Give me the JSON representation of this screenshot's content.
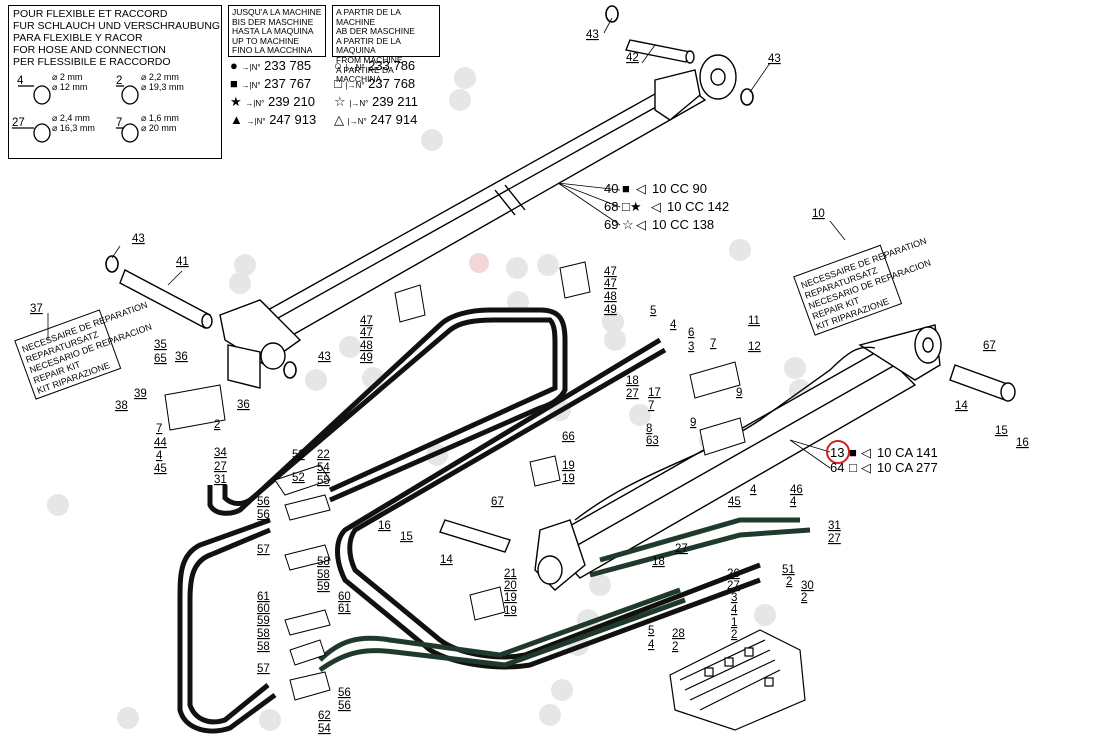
{
  "legend": {
    "languages": [
      "POUR FLEXIBLE ET RACCORD",
      "FUR SCHLAUCH UND VERSCHRAUBUNG",
      "PARA FLEXIBLE Y RACOR",
      "FOR HOSE AND CONNECTION",
      "PER FLESSIBILE E RACCORDO"
    ],
    "orings": [
      {
        "ref": "4",
        "d1": "⌀ 2 mm",
        "d2": "⌀ 12 mm"
      },
      {
        "ref": "2",
        "d1": "⌀ 2,2 mm",
        "d2": "⌀ 19,3 mm"
      },
      {
        "ref": "27",
        "d1": "⌀ 2,4 mm",
        "d2": "⌀ 16,3 mm"
      },
      {
        "ref": "7",
        "d1": "⌀ 1,6 mm",
        "d2": "⌀ 20 mm"
      }
    ]
  },
  "serial_until": {
    "header": [
      "JUSQU'A LA MACHINE",
      "BIS DER MASCHINE",
      "HASTA LA MAQUINA",
      "UP TO MACHINE",
      "FINO LA MACCHINA"
    ],
    "rows": [
      {
        "symbol": "●",
        "prefix": "→|N°",
        "number": "233 785"
      },
      {
        "symbol": "■",
        "prefix": "→|N°",
        "number": "237 767"
      },
      {
        "symbol": "★",
        "prefix": "→|N°",
        "number": "239 210"
      },
      {
        "symbol": "▲",
        "prefix": "→|N°",
        "number": "247 913"
      }
    ]
  },
  "serial_from": {
    "header": [
      "A PARTIR DE LA MACHINE",
      "AB DER MASCHINE",
      "A PARTIR DE LA MAQUINA",
      "FROM MACHINE",
      "A PARTIRE DA MACCHINA"
    ],
    "rows": [
      {
        "symbol": "○",
        "prefix": "|→N°",
        "number": "233 786"
      },
      {
        "symbol": "□",
        "prefix": "|→N°",
        "number": "237 768"
      },
      {
        "symbol": "☆",
        "prefix": "|→N°",
        "number": "239 211"
      },
      {
        "symbol": "△",
        "prefix": "|→N°",
        "number": "247 914"
      }
    ]
  },
  "repair_kit_text": [
    "NECESSAIRE DE REPARATION",
    "REPARATURSATZ",
    "NECESARIO DE REPARACION",
    "REPAIR KIT",
    "KIT RIPARAZIONE"
  ],
  "cylinder_refs_top": [
    {
      "ref": "40",
      "sym": "■",
      "code": "10 CC 90"
    },
    {
      "ref": "68",
      "sym": "□★",
      "code": "10 CC 142"
    },
    {
      "ref": "69",
      "sym": "☆",
      "code": "10 CC 138"
    }
  ],
  "cylinder_refs_right": [
    {
      "ref": "13",
      "sym": "■",
      "code": "10 CA 141",
      "highlight": true
    },
    {
      "ref": "64",
      "sym": "□",
      "code": "10 CA 277",
      "highlight": false
    }
  ],
  "callouts": [
    {
      "t": "43"
    },
    {
      "t": "42"
    },
    {
      "t": "43"
    },
    {
      "t": "43"
    },
    {
      "t": "41"
    },
    {
      "t": "10"
    },
    {
      "t": "37"
    },
    {
      "t": "35"
    },
    {
      "t": "65"
    },
    {
      "t": "36"
    },
    {
      "t": "36"
    },
    {
      "t": "43"
    },
    {
      "t": "39"
    },
    {
      "t": "38"
    },
    {
      "t": "7"
    },
    {
      "t": "44"
    },
    {
      "t": "4"
    },
    {
      "t": "45"
    },
    {
      "t": "2"
    },
    {
      "t": "34"
    },
    {
      "t": "27"
    },
    {
      "t": "31"
    },
    {
      "t": "47"
    },
    {
      "t": "47"
    },
    {
      "t": "48"
    },
    {
      "t": "49"
    },
    {
      "t": "47"
    },
    {
      "t": "47"
    },
    {
      "t": "48"
    },
    {
      "t": "49"
    },
    {
      "t": "5"
    },
    {
      "t": "4"
    },
    {
      "t": "6"
    },
    {
      "t": "3"
    },
    {
      "t": "7"
    },
    {
      "t": "11"
    },
    {
      "t": "12"
    },
    {
      "t": "18"
    },
    {
      "t": "27"
    },
    {
      "t": "17"
    },
    {
      "t": "7"
    },
    {
      "t": "9"
    },
    {
      "t": "9"
    },
    {
      "t": "8"
    },
    {
      "t": "63"
    },
    {
      "t": "67"
    },
    {
      "t": "14"
    },
    {
      "t": "15"
    },
    {
      "t": "16"
    },
    {
      "t": "66"
    },
    {
      "t": "19"
    },
    {
      "t": "19"
    },
    {
      "t": "53"
    },
    {
      "t": "22"
    },
    {
      "t": "54"
    },
    {
      "t": "52"
    },
    {
      "t": "55"
    },
    {
      "t": "56"
    },
    {
      "t": "56"
    },
    {
      "t": "57"
    },
    {
      "t": "58"
    },
    {
      "t": "58"
    },
    {
      "t": "59"
    },
    {
      "t": "61"
    },
    {
      "t": "60"
    },
    {
      "t": "60"
    },
    {
      "t": "61"
    },
    {
      "t": "59"
    },
    {
      "t": "58"
    },
    {
      "t": "58"
    },
    {
      "t": "57"
    },
    {
      "t": "56"
    },
    {
      "t": "56"
    },
    {
      "t": "62"
    },
    {
      "t": "54"
    },
    {
      "t": "16"
    },
    {
      "t": "15"
    },
    {
      "t": "67"
    },
    {
      "t": "14"
    },
    {
      "t": "21"
    },
    {
      "t": "20"
    },
    {
      "t": "19"
    },
    {
      "t": "19"
    },
    {
      "t": "45"
    },
    {
      "t": "4"
    },
    {
      "t": "46"
    },
    {
      "t": "4"
    },
    {
      "t": "31"
    },
    {
      "t": "27"
    },
    {
      "t": "27"
    },
    {
      "t": "18"
    },
    {
      "t": "26"
    },
    {
      "t": "27"
    },
    {
      "t": "3"
    },
    {
      "t": "4"
    },
    {
      "t": "1"
    },
    {
      "t": "2"
    },
    {
      "t": "51"
    },
    {
      "t": "2"
    },
    {
      "t": "30"
    },
    {
      "t": "2"
    },
    {
      "t": "5"
    },
    {
      "t": "4"
    },
    {
      "t": "28"
    },
    {
      "t": "2"
    }
  ]
}
